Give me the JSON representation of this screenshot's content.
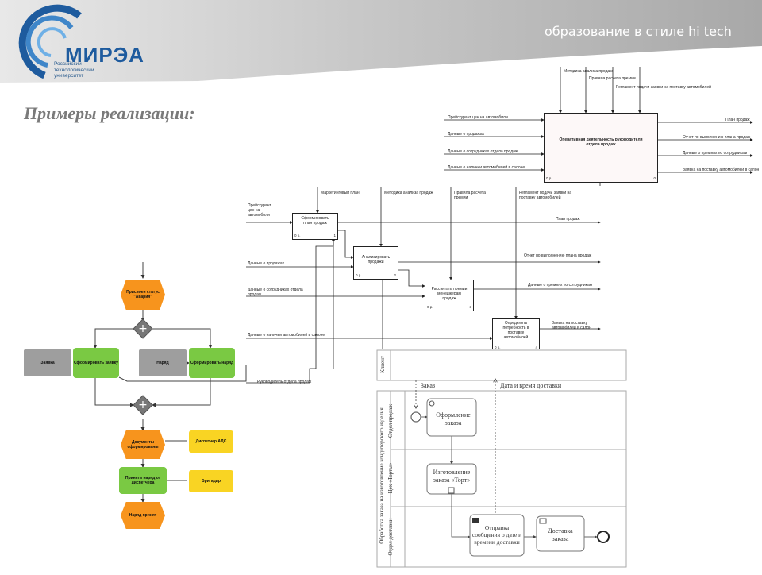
{
  "header": {
    "logo_text": "МИРЭА",
    "logo_subtitle": "Российский технологический университет",
    "tagline": "образование в стиле hi tech"
  },
  "page_title": "Примеры реализации:",
  "idef0_context": {
    "inputs": [
      "Прейскурант цен на автомобили",
      "Данные о продажах",
      "Данные о сотрудниках отдела продаж",
      "Данные о наличии автомобилей в салоне"
    ],
    "controls": [
      "Методика анализа продаж",
      "Правила расчета премии",
      "Регламент подачи заявки на поставку автомобилей"
    ],
    "outputs": [
      "План продаж",
      "Отчет по выполнению плана продаж",
      "Данные о премиях по сотрудникам",
      "Заявка на поставку автомобилей в салон"
    ],
    "box_label": "Оперативная деятельность руководителя отдела продаж",
    "box_cost": "0 р.",
    "box_num": "0"
  },
  "idef0_decomp": {
    "controls": [
      "Маркетинговый план",
      "Методика анализа продаж",
      "Правила расчета премии",
      "Регламент подачи заявки на поставку автомобилей"
    ],
    "inputs": [
      "Прейскурант цен на автомобили",
      "Данные о продажах",
      "Данные о сотрудниках отдела продаж",
      "Данные о наличии автомобилей в салоне"
    ],
    "outputs": [
      "План продаж",
      "Отчет по выполнению плана продаж",
      "Данные о премиях по сотрудникам",
      "Заявка на поставку автомобилей в салон"
    ],
    "mechanism": "Руководитель отдела продаж",
    "boxes": [
      {
        "label": "Сформировать план продаж",
        "cost": "0 р.",
        "num": "1"
      },
      {
        "label": "Анализировать продажи",
        "cost": "0 р.",
        "num": "2"
      },
      {
        "label": "Рассчитать премии менеджерам продаж",
        "cost": "0 р.",
        "num": "3"
      },
      {
        "label": "Определить потребность в поставке автомобилей",
        "cost": "0 р.",
        "num": "4"
      }
    ]
  },
  "epc": {
    "events": [
      "Присвоен статус \"Авария\"",
      "Документы сформированы",
      "Наряд принят"
    ],
    "functions": [
      "Сформировать заявку",
      "Сформировать наряд",
      "Принять наряд от диспетчера"
    ],
    "documents": [
      "Заявка",
      "Наряд"
    ],
    "roles": [
      "Диспетчер АДС",
      "Бригадир"
    ],
    "colors": {
      "event": "#f7941d",
      "function": "#7ac943",
      "document": "#9e9e9e",
      "role": "#f9d423"
    }
  },
  "bpmn": {
    "pool": "Обработка заказа на изготовление кондитерского изделия",
    "client_lane": "Клиент",
    "lanes": [
      "Отдел продаж",
      "Цех «Торты»",
      "Отдел доставки"
    ],
    "messages": [
      "Заказ",
      "Дата и время доставки"
    ],
    "tasks": [
      "Оформление заказа",
      "Изготовление заказа «Торт»",
      "Отправка сообщения о дате и времени доставки",
      "Доставка заказа"
    ]
  }
}
